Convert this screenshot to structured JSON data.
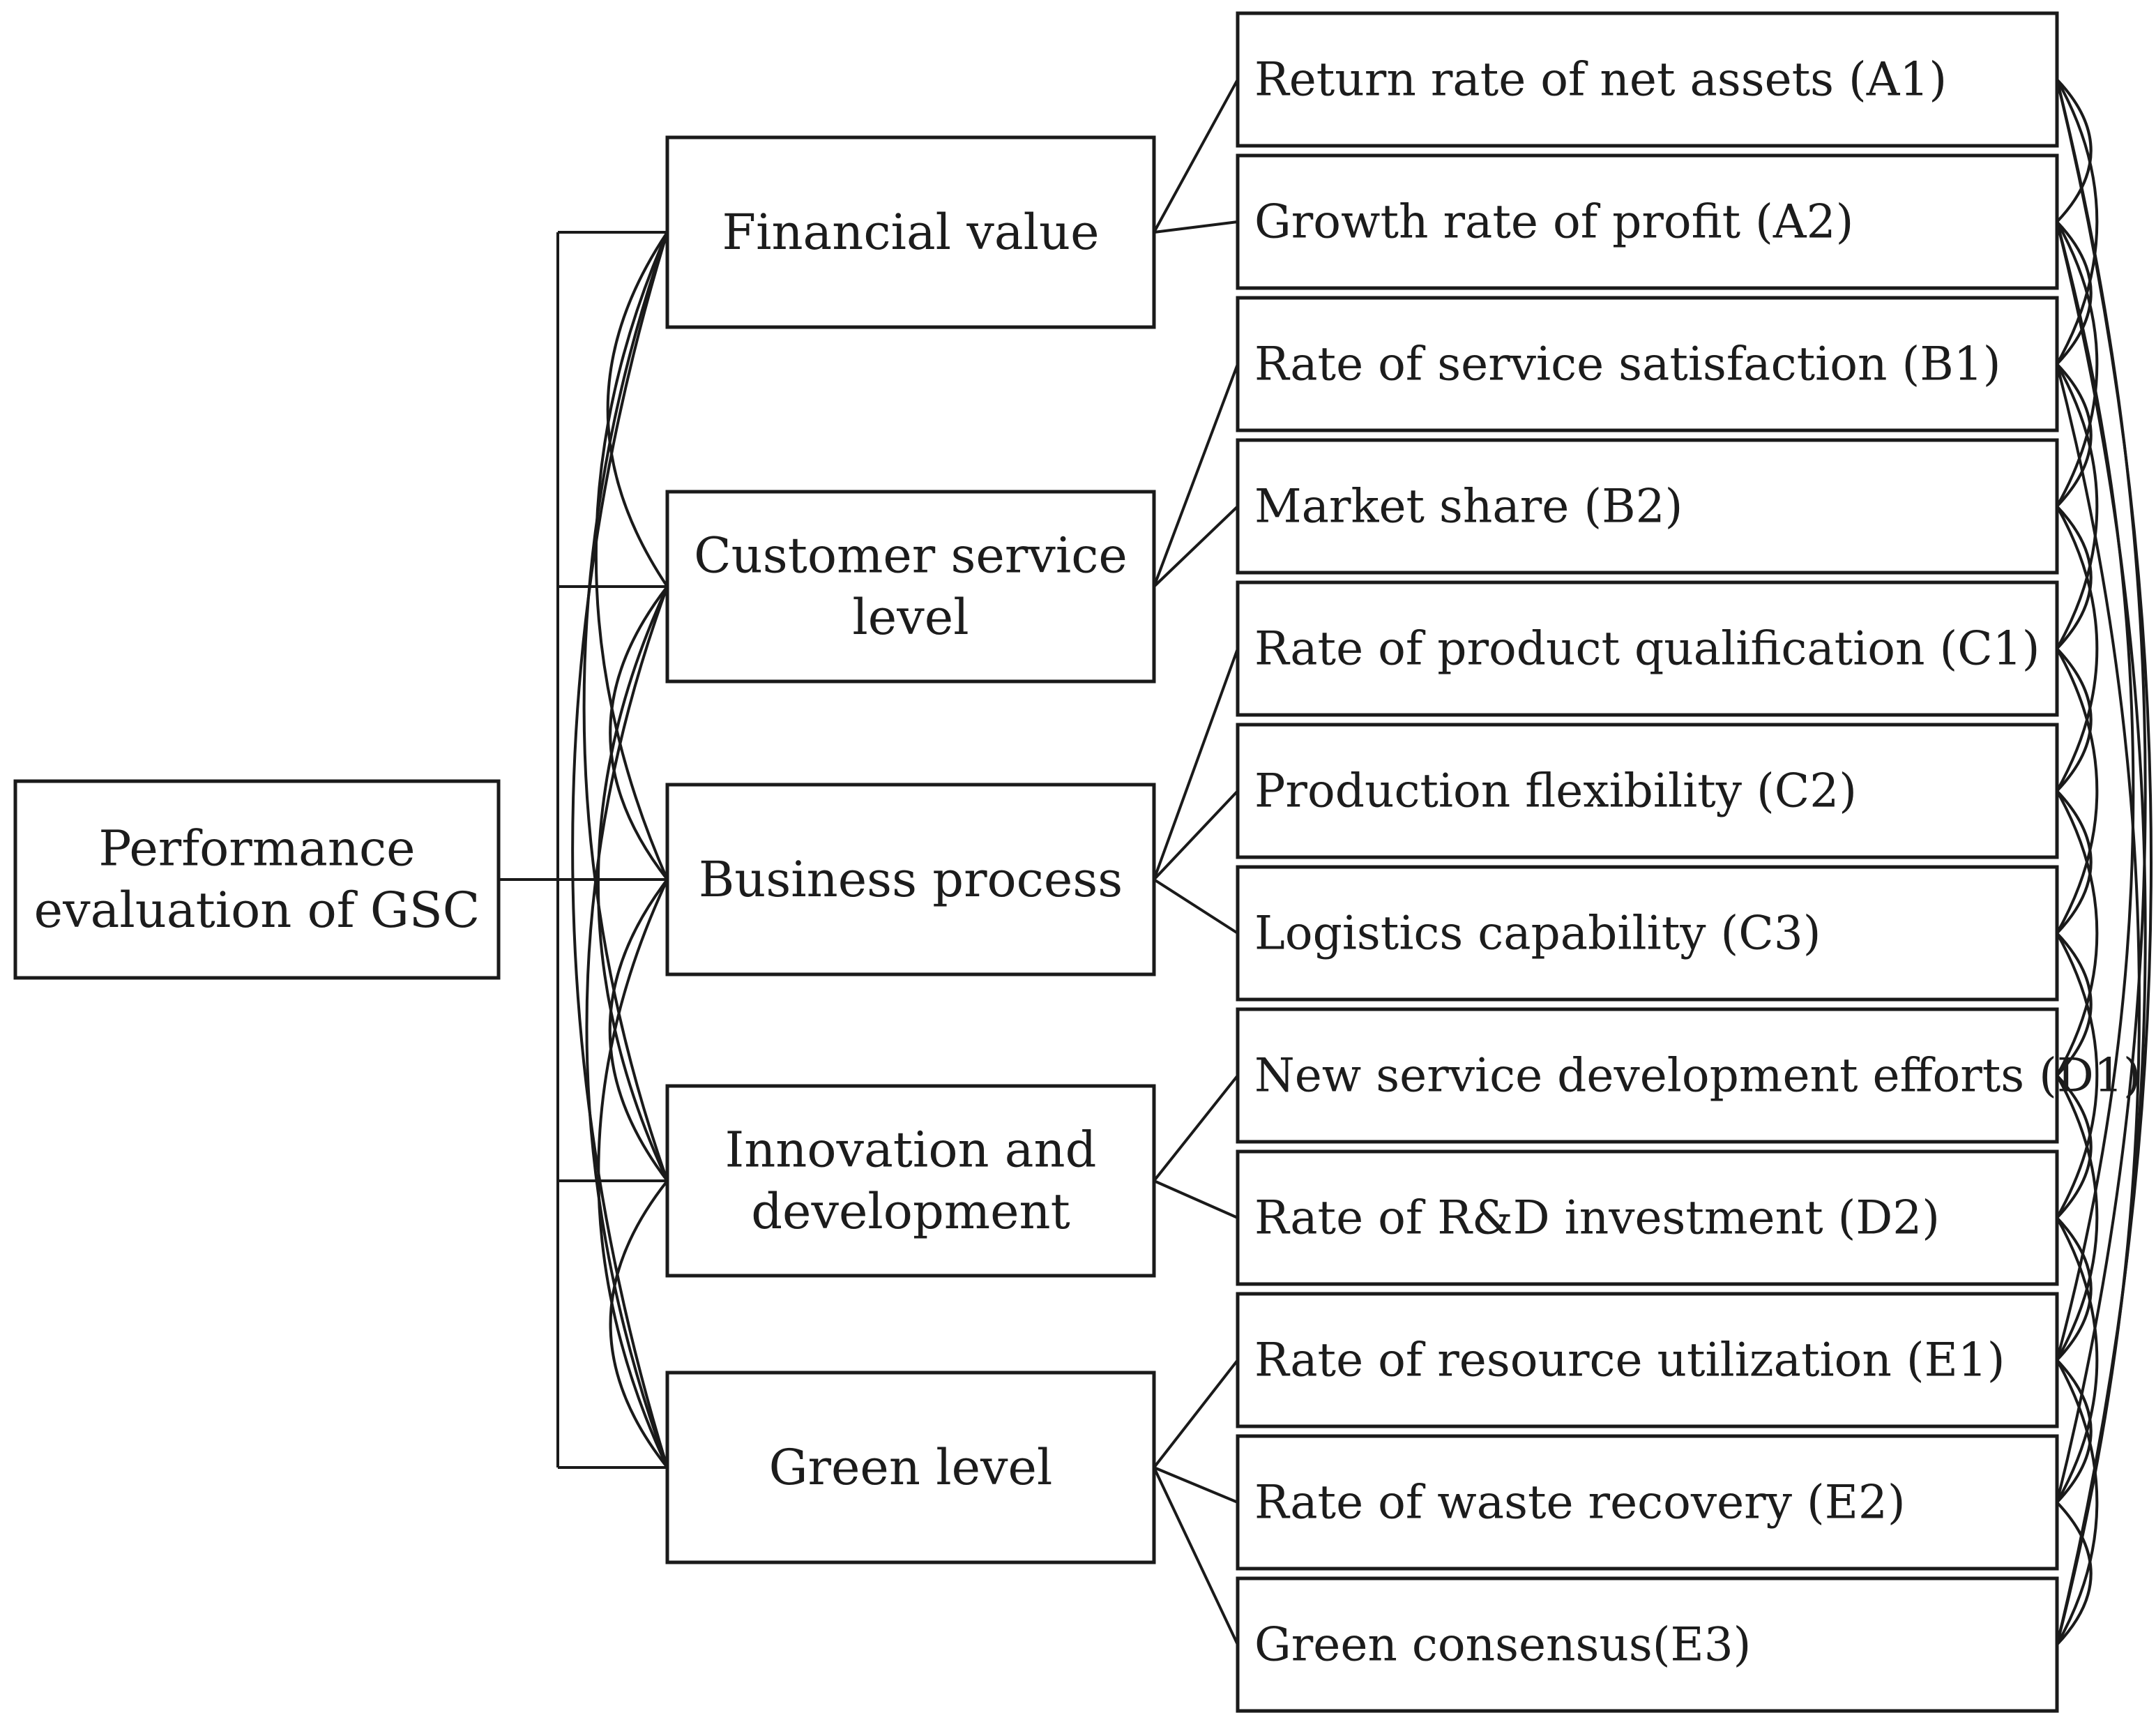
{
  "figure": {
    "root": {
      "id": "root",
      "label": "Performance evaluation of GSC",
      "lines": [
        "Performance",
        "evaluation of GSC"
      ]
    },
    "criteria": [
      {
        "id": "financial",
        "label": "Financial value",
        "lines": [
          "Financial value"
        ],
        "children": [
          "A1",
          "A2"
        ]
      },
      {
        "id": "customer",
        "label": "Customer service level",
        "lines": [
          "Customer service",
          "level"
        ],
        "children": [
          "B1",
          "B2"
        ]
      },
      {
        "id": "business",
        "label": "Business process",
        "lines": [
          "Business process"
        ],
        "children": [
          "C1",
          "C2",
          "C3"
        ]
      },
      {
        "id": "innovation",
        "label": "Innovation and development",
        "lines": [
          "Innovation and",
          "development"
        ],
        "children": [
          "D1",
          "D2"
        ]
      },
      {
        "id": "green",
        "label": "Green level",
        "lines": [
          "Green level"
        ],
        "children": [
          "E1",
          "E2",
          "E3"
        ]
      }
    ],
    "indicators": [
      {
        "id": "A1",
        "label": "Return rate of net assets (A1)"
      },
      {
        "id": "A2",
        "label": "Growth rate of profit (A2)"
      },
      {
        "id": "B1",
        "label": "Rate of service satisfaction (B1)"
      },
      {
        "id": "B2",
        "label": "Market share (B2)"
      },
      {
        "id": "C1",
        "label": "Rate of product qualification (C1)"
      },
      {
        "id": "C2",
        "label": "Production flexibility (C2)"
      },
      {
        "id": "C3",
        "label": "Logistics capability (C3)"
      },
      {
        "id": "D1",
        "label": "New service development efforts (D1)"
      },
      {
        "id": "D2",
        "label": "Rate of R&D investment (D2)"
      },
      {
        "id": "E1",
        "label": "Rate of resource utilization (E1)"
      },
      {
        "id": "E2",
        "label": "Rate of waste recovery (E2)"
      },
      {
        "id": "E3",
        "label": "Green consensus(E3)"
      }
    ],
    "criteria_arcs": [
      [
        "financial",
        "customer"
      ],
      [
        "financial",
        "business"
      ],
      [
        "financial",
        "innovation"
      ],
      [
        "financial",
        "green"
      ],
      [
        "customer",
        "business"
      ],
      [
        "customer",
        "innovation"
      ],
      [
        "customer",
        "green"
      ],
      [
        "business",
        "innovation"
      ],
      [
        "business",
        "green"
      ],
      [
        "innovation",
        "green"
      ]
    ],
    "indicator_arcs": [
      [
        "A1",
        "A2"
      ],
      [
        "A2",
        "B1"
      ],
      [
        "B1",
        "B2"
      ],
      [
        "B2",
        "C1"
      ],
      [
        "C1",
        "C2"
      ],
      [
        "C2",
        "C3"
      ],
      [
        "C3",
        "D1"
      ],
      [
        "D1",
        "D2"
      ],
      [
        "D2",
        "E1"
      ],
      [
        "E1",
        "E2"
      ],
      [
        "E2",
        "E3"
      ],
      [
        "A1",
        "B1"
      ],
      [
        "A2",
        "B2"
      ],
      [
        "B1",
        "C1"
      ],
      [
        "B2",
        "C2"
      ],
      [
        "C1",
        "C3"
      ],
      [
        "C2",
        "D1"
      ],
      [
        "C3",
        "D2"
      ],
      [
        "D1",
        "E1"
      ],
      [
        "D2",
        "E2"
      ],
      [
        "E1",
        "E3"
      ],
      [
        "A2",
        "E1"
      ],
      [
        "B1",
        "E3"
      ],
      [
        "A2",
        "E3"
      ],
      [
        "A1",
        "E2"
      ],
      [
        "A1",
        "E3"
      ]
    ],
    "colors": {
      "stroke": "#1a1a1a",
      "box_fill": "#ffffff",
      "text": "#1c1c1c",
      "page_bg": "#ffffff"
    }
  }
}
